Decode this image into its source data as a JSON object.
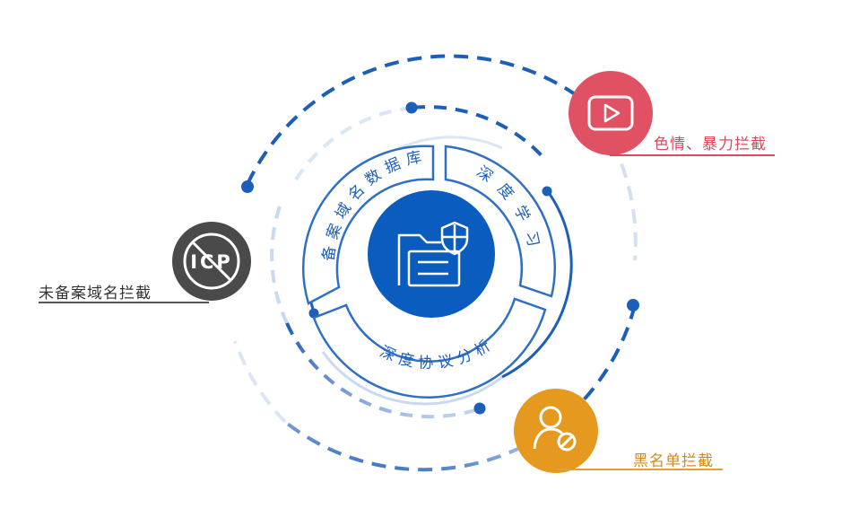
{
  "center": {
    "icon": "folder-shield-icon",
    "color": "#0a5cbf"
  },
  "ring_sections": [
    {
      "id": "top-left",
      "text": "备案域名数据库"
    },
    {
      "id": "right",
      "text": "深度学习"
    },
    {
      "id": "bottom",
      "text": "深度协议分析"
    }
  ],
  "nodes": {
    "icp": {
      "label": "未备案域名拦截",
      "icon_text": "ICP",
      "icon": "icp-prohibited-icon",
      "color": "#4a4a4a",
      "label_color": "#333333"
    },
    "video": {
      "label": "色情、暴力拦截",
      "icon": "video-play-icon",
      "color": "#e05263",
      "label_color": "#d94a5c"
    },
    "blacklist": {
      "label": "黑名单拦截",
      "icon": "user-blocked-icon",
      "color": "#e59a1f",
      "label_color": "#d48a1a"
    }
  },
  "colors": {
    "primary_blue": "#1d5fb8",
    "light_blue": "#8fb3e0",
    "ring_stroke": "#2f6fc4"
  }
}
